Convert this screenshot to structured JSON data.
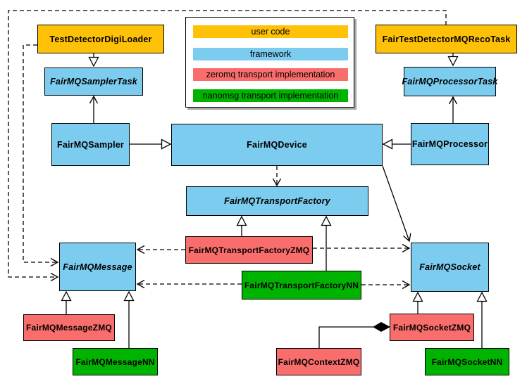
{
  "legend": {
    "items": [
      {
        "label": "user code",
        "color": "#FFC107"
      },
      {
        "label": "framework",
        "color": "#7CCCEF"
      },
      {
        "label": "zeromq transport implementation",
        "color": "#F96E6C"
      },
      {
        "label": "nanomsg transport implementation",
        "color": "#00B300"
      }
    ]
  },
  "nodes": {
    "test_detector_digi_loader": {
      "label": "TestDetectorDigiLoader",
      "category": "user code"
    },
    "fair_test_detector_mq_reco_task": {
      "label": "FairTestDetectorMQRecoTask",
      "category": "user code"
    },
    "fairmq_sampler_task": {
      "label": "FairMQSamplerTask",
      "category": "framework",
      "abstract": true
    },
    "fairmq_processor_task": {
      "label": "FairMQProcessorTask",
      "category": "framework",
      "abstract": true
    },
    "fairmq_sampler": {
      "label": "FairMQSampler",
      "category": "framework"
    },
    "fairmq_device": {
      "label": "FairMQDevice",
      "category": "framework"
    },
    "fairmq_processor": {
      "label": "FairMQProcessor",
      "category": "framework"
    },
    "fairmq_transport_factory": {
      "label": "FairMQTransportFactory",
      "category": "framework",
      "abstract": true
    },
    "fairmq_transport_factory_zmq": {
      "label": "FairMQTransportFactoryZMQ",
      "category": "zeromq transport implementation"
    },
    "fairmq_transport_factory_nn": {
      "label": "FairMQTransportFactoryNN",
      "category": "nanomsg transport implementation"
    },
    "fairmq_message": {
      "label": "FairMQMessage",
      "category": "framework",
      "abstract": true
    },
    "fairmq_socket": {
      "label": "FairMQSocket",
      "category": "framework",
      "abstract": true
    },
    "fairmq_message_zmq": {
      "label": "FairMQMessageZMQ",
      "category": "zeromq transport implementation"
    },
    "fairmq_message_nn": {
      "label": "FairMQMessageNN",
      "category": "nanomsg transport implementation"
    },
    "fairmq_socket_zmq": {
      "label": "FairMQSocketZMQ",
      "category": "zeromq transport implementation"
    },
    "fairmq_context_zmq": {
      "label": "FairMQContextZMQ",
      "category": "zeromq transport implementation"
    },
    "fairmq_socket_nn": {
      "label": "FairMQSocketNN",
      "category": "nanomsg transport implementation"
    }
  },
  "colors": {
    "user_code": "#FFC107",
    "framework": "#7CCCEF",
    "zeromq": "#F96E6C",
    "nanomsg": "#00B300",
    "line": "#000000",
    "background": "#FFFFFF",
    "legend_shadow": "#A6A6A6"
  }
}
